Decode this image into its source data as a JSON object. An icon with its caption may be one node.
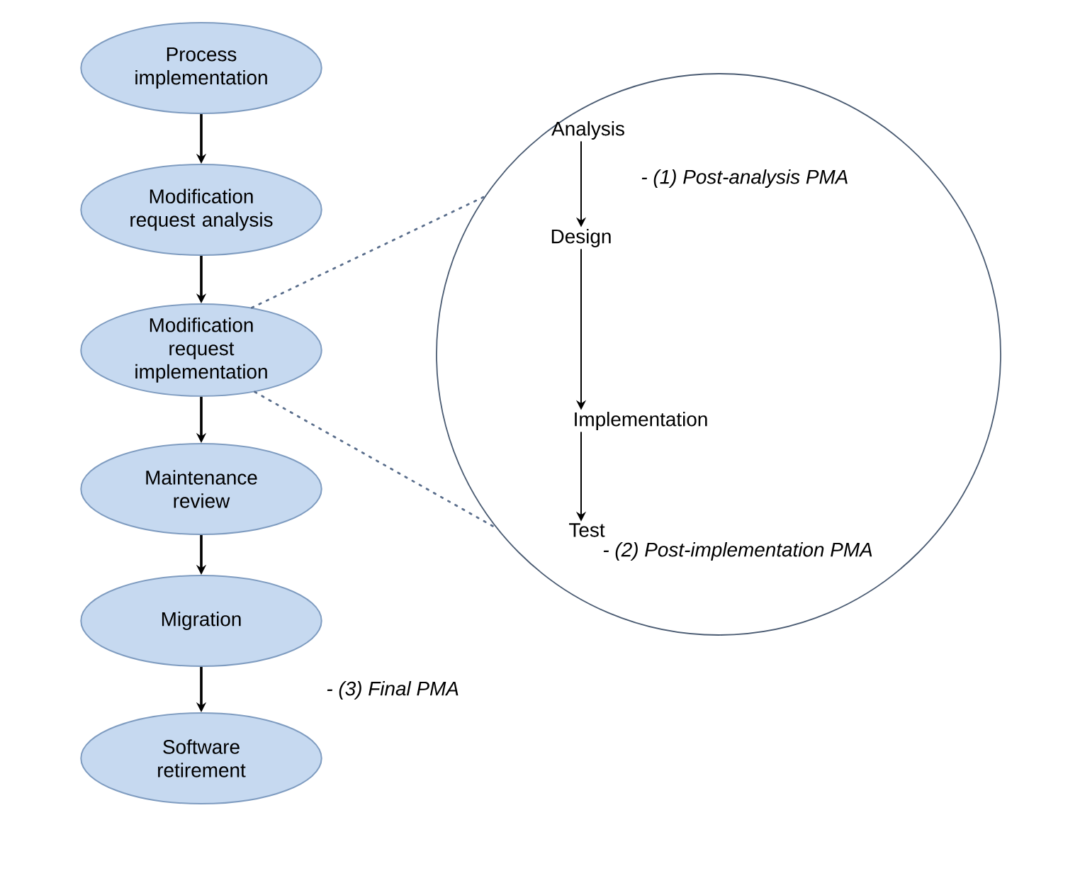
{
  "diagram": {
    "nodes": [
      {
        "text": [
          "Process implementation"
        ]
      },
      {
        "text": [
          "Modification request analysis"
        ]
      },
      {
        "text": [
          "Modification request implementation"
        ]
      },
      {
        "text": [
          "Maintenance review"
        ]
      },
      {
        "text": [
          "Migration"
        ]
      },
      {
        "text": [
          "Software retirement"
        ]
      },
      {
        "text": [],
        "shape": "circle"
      },
      {
        "text": [
          "Analysis"
        ],
        "in": 6
      },
      {
        "text": [
          "Design"
        ],
        "in": 6
      },
      {
        "text": [
          "Implementation"
        ],
        "in": 6
      },
      {
        "text": [
          "Test"
        ],
        "in": 6
      }
    ],
    "edges": [
      {
        "from": 0,
        "to": 1,
        "arrow": "to"
      },
      {
        "from": 1,
        "to": 2,
        "arrow": "to"
      },
      {
        "from": 2,
        "to": 3,
        "arrow": "to"
      },
      {
        "from": 3,
        "to": 4,
        "arrow": "to"
      },
      {
        "from": 4,
        "to": 5,
        "arrow": "to"
      },
      {
        "from": 2,
        "to": 6,
        "arrow": "none",
        "style": "dashed",
        "color": "#5a6e8c"
      },
      {
        "from": 2,
        "to": 6,
        "arrow": "none",
        "style": "dashed",
        "color": "#5a6e8c"
      },
      {
        "from": 7,
        "to": 8,
        "arrow": "to"
      },
      {
        "from": 8,
        "to": 9,
        "arrow": "to"
      },
      {
        "from": 9,
        "to": 10,
        "arrow": "to"
      }
    ],
    "labels": [
      "- (1) Post-analysis PMA",
      "- (2) Post-implementation PMA",
      "- (3) Final PMA"
    ]
  }
}
